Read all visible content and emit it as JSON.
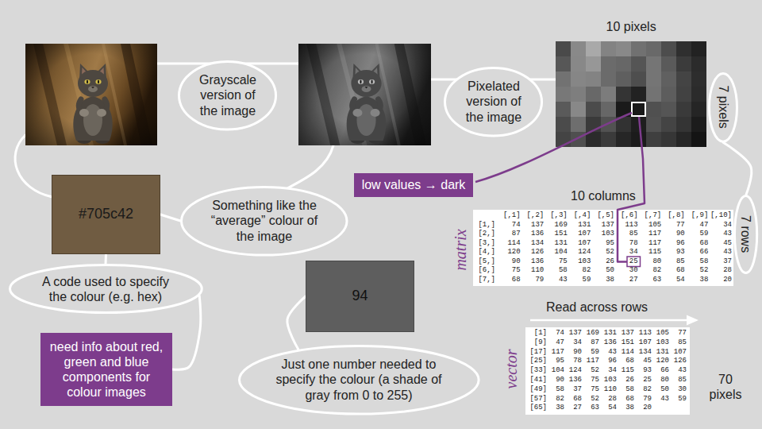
{
  "diagram": {
    "nodes": [
      {
        "text": [
          "Grayscale version of the image"
        ]
      },
      {
        "text": [
          "Pixelated version of the image"
        ]
      },
      {
        "text": [
          "7 pixels"
        ]
      },
      {
        "text": [
          "low values → dark"
        ]
      },
      {
        "text": [
          "#705c42"
        ]
      },
      {
        "text": [
          "Something like the “average” colour of the image"
        ]
      },
      {
        "text": [
          "7 rows"
        ]
      },
      {
        "text": [
          "A code used to specify the colour (e.g. hex)"
        ]
      },
      {
        "text": [
          "94"
        ]
      },
      {
        "text": [
          "need info about red, green and blue components for colour images"
        ]
      },
      {
        "text": [
          "Just one number needed to specify the colour (a shade of gray from 0 to 255)"
        ]
      }
    ],
    "edges": [
      {
        "from": 2,
        "to": 6,
        "arrow": "none"
      },
      {
        "from": 4,
        "to": 5,
        "arrow": "none"
      },
      {
        "from": 4,
        "to": 7,
        "arrow": "none"
      },
      {
        "from": 7,
        "to": 9,
        "arrow": "none"
      },
      {
        "from": 8,
        "to": 10,
        "arrow": "none"
      }
    ],
    "labels": [
      "10 pixels",
      "10 columns",
      "[,1]",
      "[,2]",
      "[,3]",
      "[,4]",
      "[,5]",
      "[,6]",
      "[,7]",
      "[,8]",
      "[,9]",
      "[,10]",
      "[1,]",
      "74",
      "137",
      "169",
      "131",
      "137",
      "113",
      "105",
      "77",
      "47",
      "34",
      "[2,]",
      "87",
      "136",
      "151",
      "107",
      "103",
      "85",
      "117",
      "90",
      "59",
      "43",
      "[3,]",
      "114",
      "134",
      "131",
      "107",
      "95",
      "78",
      "117",
      "96",
      "68",
      "45",
      "[4,]",
      "120",
      "126",
      "104",
      "124",
      "52",
      "34",
      "115",
      "93",
      "66",
      "43",
      "[5,]",
      "90",
      "136",
      "75",
      "103",
      "26",
      "25",
      "80",
      "85",
      "58",
      "37",
      "[6,]",
      "75",
      "110",
      "58",
      "82",
      "50",
      "30",
      "82",
      "68",
      "52",
      "28",
      "[7,]",
      "68",
      "79",
      "43",
      "59",
      "38",
      "27",
      "63",
      "54",
      "38",
      "20",
      "matrix",
      "Read across rows",
      "[1]",
      "74",
      "137",
      "169",
      "131",
      "137",
      "113",
      "105",
      "77",
      "[9]",
      "47",
      "34",
      "87",
      "136",
      "151",
      "107",
      "103",
      "85",
      "[17]",
      "117",
      "90",
      "59",
      "43",
      "114",
      "134",
      "131",
      "107",
      "[25]",
      "95",
      "78",
      "117",
      "96",
      "68",
      "45",
      "120",
      "126",
      "[33]",
      "104",
      "124",
      "52",
      "34",
      "115",
      "93",
      "66",
      "43",
      "[41]",
      "90",
      "136",
      "75",
      "103",
      "26",
      "25",
      "80",
      "85",
      "[49]",
      "58",
      "37",
      "75",
      "110",
      "58",
      "82",
      "50",
      "30",
      "[57]",
      "82",
      "68",
      "52",
      "28",
      "68",
      "79",
      "43",
      "59",
      "[65]",
      "38",
      "27",
      "63",
      "54",
      "38",
      "20",
      "vector",
      "70 pixels"
    ]
  }
}
